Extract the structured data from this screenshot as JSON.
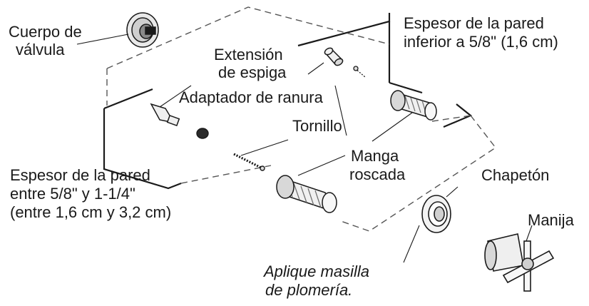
{
  "labels": {
    "valve_body": "Cuerpo de\nválvula",
    "valve_body_l1": "Cuerpo de",
    "valve_body_l2": "válvula",
    "stem_extension_l1": "Extensión",
    "stem_extension_l2": "de espiga",
    "slot_adapter": "Adaptador de ranura",
    "screw": "Tornillo",
    "threaded_sleeve_l1": "Manga",
    "threaded_sleeve_l2": "roscada",
    "escutcheon": "Chapetón",
    "handle": "Manija",
    "wall_thin_l1": "Espesor de la pared",
    "wall_thin_l2": "inferior a 5/8\" (1,6 cm)",
    "wall_thick_l1": "Espesor de la pared",
    "wall_thick_l2": "entre 5/8\" y 1-1/4\"",
    "wall_thick_l3": "(entre 1,6 cm y 3,2 cm)",
    "putty_l1": "Aplique masilla",
    "putty_l2": "de plomería."
  },
  "colors": {
    "ink": "#1a1a1a",
    "part_fill": "#f2f2f2",
    "part_shade": "#9a9a9a"
  }
}
